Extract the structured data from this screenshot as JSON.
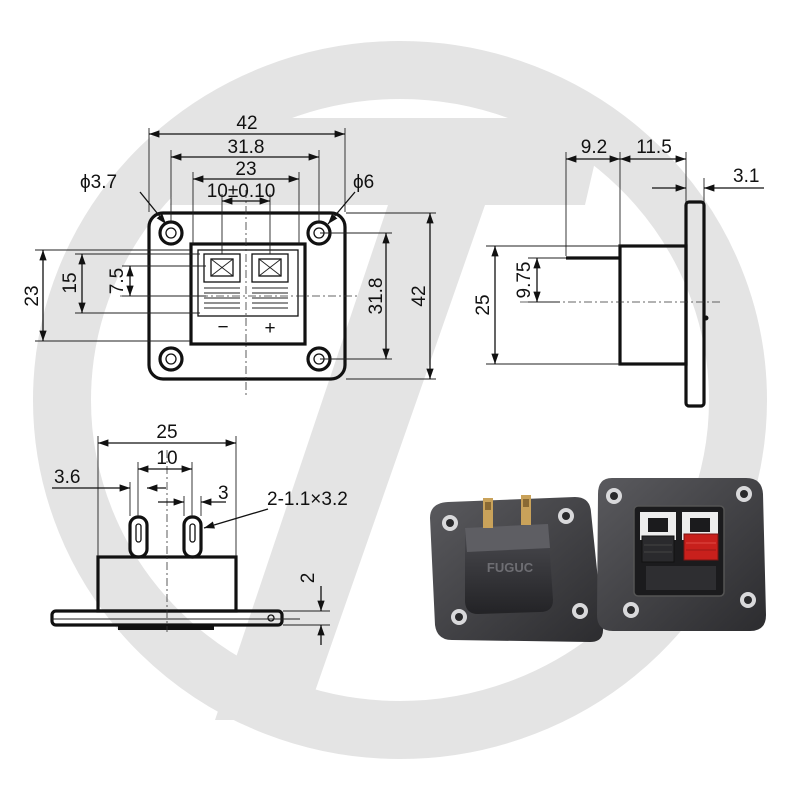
{
  "front_view": {
    "width_outer": "42",
    "width_holes": "31.8",
    "width_terminal": "23",
    "pitch": "10±0.10",
    "hole_small": "ϕ3.7",
    "hole_large": "ϕ6",
    "height_23": "23",
    "height_15": "15",
    "height_7_5": "7.5",
    "height_holes": "31.8",
    "height_outer": "42",
    "minus_sign": "−",
    "plus_sign": "+"
  },
  "side_view": {
    "pin_length": "9.2",
    "body_depth": "11.5",
    "plate_thickness": "3.1",
    "pin_height": "9.75",
    "body_height": "25"
  },
  "bottom_view": {
    "body_width": "25",
    "pin_pitch": "10",
    "pin_offset": "3.6",
    "pin_width": "3",
    "slot_spec": "2-1.1×3.2",
    "plate_thickness": "2"
  },
  "photo": {
    "brand_text": "FUGUC"
  },
  "colors": {
    "line": "#111111",
    "watermark": "#e3e3e3",
    "plate_dark": "#3a3a3c",
    "terminal_red": "#c8201c"
  },
  "icons": [
    "watermark-logo",
    "speaker-terminal-photo-back",
    "speaker-terminal-photo-front"
  ]
}
